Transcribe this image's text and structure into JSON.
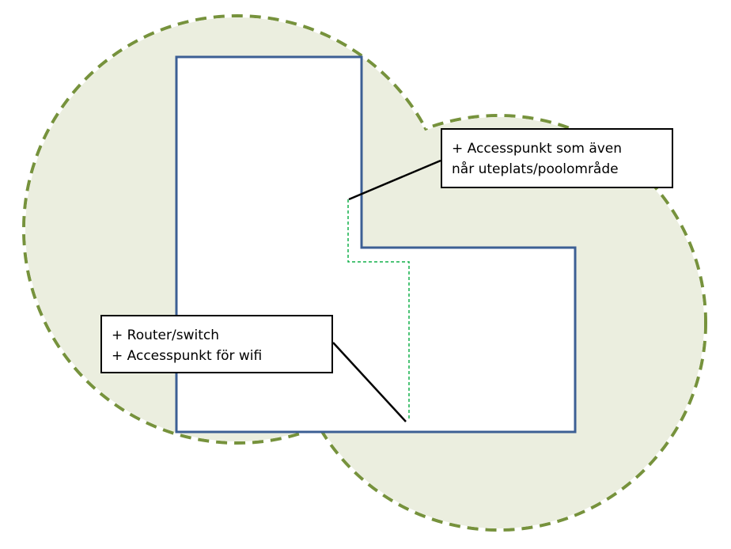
{
  "colors": {
    "coverage_fill": "#ebeedf",
    "coverage_border": "#76923c",
    "building_outline": "#3c5f94",
    "inner_boundary": "#12b04a",
    "leader_line": "#000000"
  },
  "callouts": {
    "top": {
      "line1": "+ Accesspunkt som även",
      "line2": "når uteplats/poolområde"
    },
    "bottom": {
      "line1": "+ Router/switch",
      "line2": "+ Accesspunkt för wifi"
    }
  }
}
